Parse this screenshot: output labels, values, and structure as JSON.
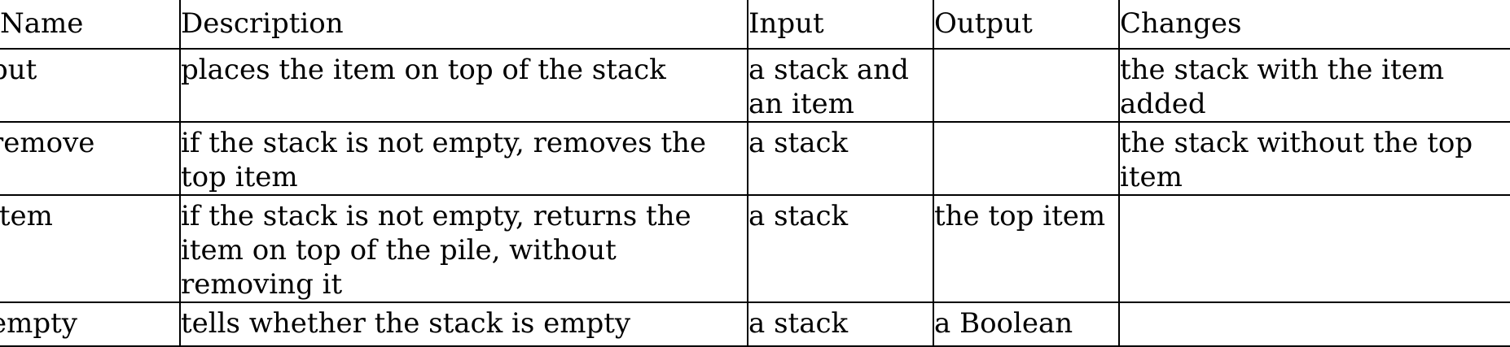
{
  "table": {
    "headers": [
      "Name",
      "Description",
      "Input",
      "Output",
      "Changes"
    ],
    "rows": [
      {
        "name": "put",
        "description": "places the item on top of the stack",
        "input": "a stack and an item",
        "output": "",
        "changes": "the stack with the item added"
      },
      {
        "name": "remove",
        "description": "if the stack is not empty, removes the top item",
        "input": "a stack",
        "output": "",
        "changes": "the stack without the top item"
      },
      {
        "name": "item",
        "description": "if the stack is not empty, returns the item on top of the pile, without removing it",
        "input": "a stack",
        "output": "the top item",
        "changes": ""
      },
      {
        "name": "empty",
        "description": "tells whether the stack is empty",
        "input": "a stack",
        "output": "a Boolean",
        "changes": ""
      }
    ]
  }
}
